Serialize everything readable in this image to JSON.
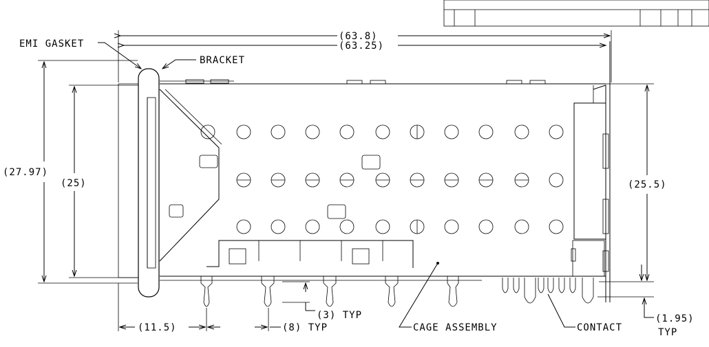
{
  "title_block": {
    "cells": 6
  },
  "dimensions": {
    "overall_length": "(63.8)",
    "cage_length": "(63.25)",
    "overall_height": "(27.97)",
    "cage_height": "(25)",
    "right_height": "(25.5)",
    "front_offset": "(11.5)",
    "pin_pitch": "(8) TYP",
    "pin_depth": "(3) TYP",
    "contact_depth": "(1.95)",
    "contact_depth_typ": "TYP"
  },
  "callouts": {
    "emi_gasket": "EMI GASKET",
    "bracket": "BRACKET",
    "cage_assembly": "CAGE ASSEMBLY",
    "contact": "CONTACT"
  }
}
